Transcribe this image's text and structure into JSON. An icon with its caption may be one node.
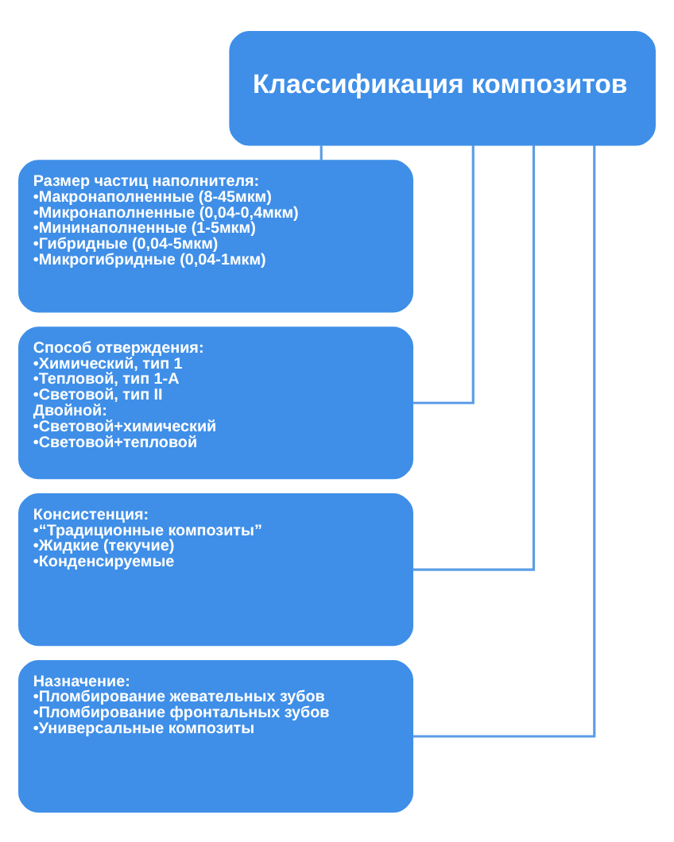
{
  "diagram": {
    "nodes": [
      {
        "text": [
          "Классификация композитов"
        ]
      },
      {
        "text": [
          "Размер частиц наполнителя:",
          "•Макронаполненные (8-45мкм)",
          "•Микронаполненные (0,04-0,4мкм)",
          "•Мининаполненные (1-5мкм)",
          "•Гибридные (0,04-5мкм)",
          "•Микрогибридные (0,04-1мкм)"
        ]
      },
      {
        "text": [
          "Способ отверждения:",
          "•Химический, тип 1",
          "•Тепловой, тип 1-А",
          "•Световой, тип II",
          "Двойной:",
          "•Световой+химический",
          "•Световой+тепловой"
        ]
      },
      {
        "text": [
          "Консистенция:",
          "•“Традиционные композиты”",
          "•Жидкие (текучие)",
          "•Конденсируемые"
        ]
      },
      {
        "text": [
          "Назначение:",
          "•Пломбирование жевательных зубов",
          "•Пломбирование фронтальных зубов",
          "•Универсальные композиты"
        ]
      }
    ],
    "edges": [
      {
        "from": 0,
        "to": 1,
        "arrow": "none"
      },
      {
        "from": 0,
        "to": 2,
        "arrow": "none"
      },
      {
        "from": 0,
        "to": 3,
        "arrow": "none"
      },
      {
        "from": 0,
        "to": 4,
        "arrow": "none"
      }
    ]
  }
}
